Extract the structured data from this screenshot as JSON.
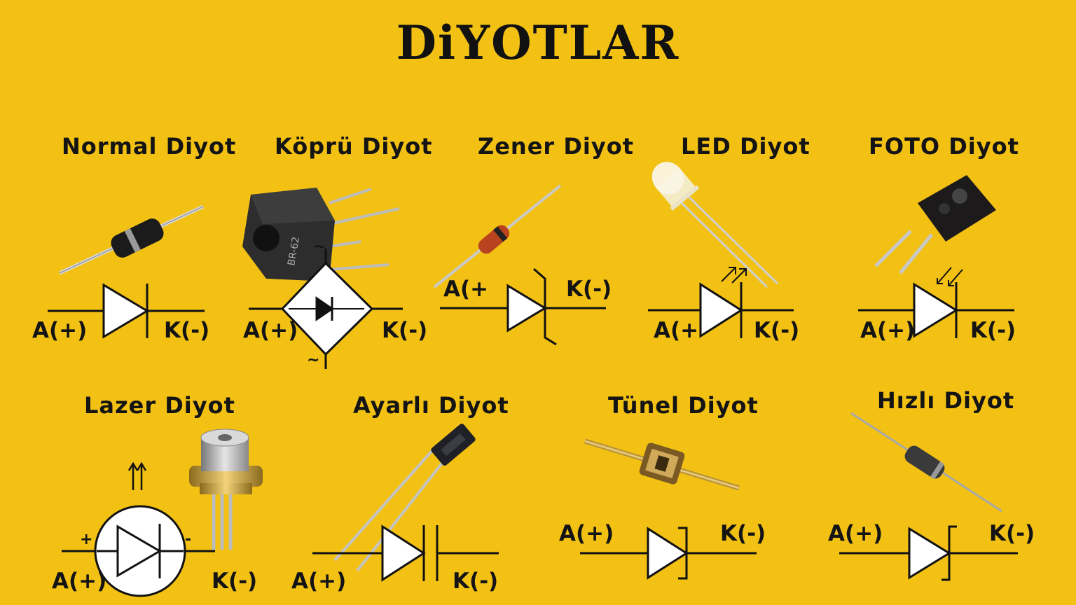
{
  "title": "DiYOTLAR",
  "diodes": [
    {
      "name": "Normal Diyot",
      "anode": "A(+)",
      "cathode": "K(-)"
    },
    {
      "name": "Köprü Diyot",
      "anode": "A(+)",
      "cathode": "K(-)",
      "part_marking": "BR-62",
      "ac_mark": "~"
    },
    {
      "name": "Zener Diyot",
      "anode": "A(+",
      "cathode": "K(-)"
    },
    {
      "name": "LED Diyot",
      "anode": "A(+",
      "cathode": "K(-)"
    },
    {
      "name": "FOTO Diyot",
      "anode": "A(+)",
      "cathode": "K(-)"
    },
    {
      "name": "Lazer Diyot",
      "anode": "A(+)",
      "cathode": "K(-)",
      "plus_mark": "+",
      "minus_mark": "-"
    },
    {
      "name": "Ayarlı Diyot",
      "anode": "A(+)",
      "cathode": "K(-)"
    },
    {
      "name": "Tünel Diyot",
      "anode": "A(+)",
      "cathode": "K(-)"
    },
    {
      "name": "Hızlı Diyot",
      "anode": "A(+)",
      "cathode": "K(-)"
    }
  ],
  "colors": {
    "background": "#f2c114",
    "ink": "#111111",
    "symbol_fill": "#ffffff"
  }
}
